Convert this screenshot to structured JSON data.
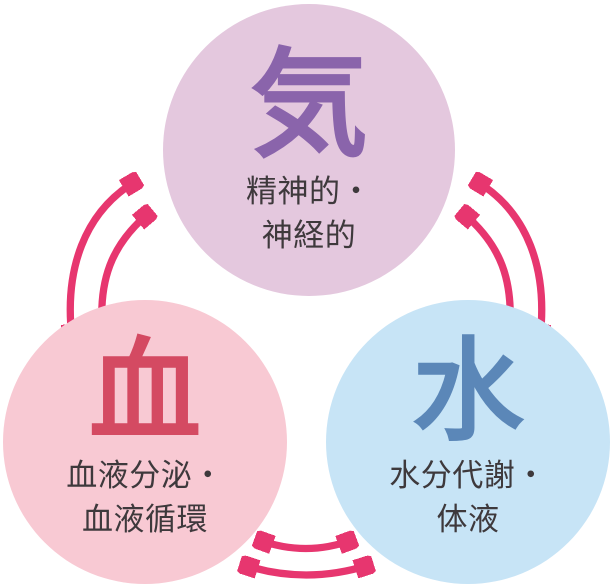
{
  "colors": {
    "background": "#ffffff",
    "arrow": "#e7366f",
    "label_text": "#3e393c"
  },
  "circles": {
    "ki": {
      "kanji": "気",
      "kanji_color": "#8a64ab",
      "fill": "#e4c8de",
      "label_line1": "精神的・",
      "label_line2": "神経的"
    },
    "ketsu": {
      "kanji": "血",
      "kanji_color": "#d44a62",
      "fill": "#f8c9d3",
      "label_line1": "血液分泌・",
      "label_line2": "血液循環"
    },
    "sui": {
      "kanji": "水",
      "kanji_color": "#5b87b8",
      "fill": "#c7e4f6",
      "label_line1": "水分代謝・",
      "label_line2": "体液"
    }
  },
  "relations": [
    {
      "between": [
        "気",
        "血"
      ],
      "type": "bidirectional"
    },
    {
      "between": [
        "気",
        "水"
      ],
      "type": "bidirectional"
    },
    {
      "between": [
        "血",
        "水"
      ],
      "type": "bidirectional"
    }
  ]
}
